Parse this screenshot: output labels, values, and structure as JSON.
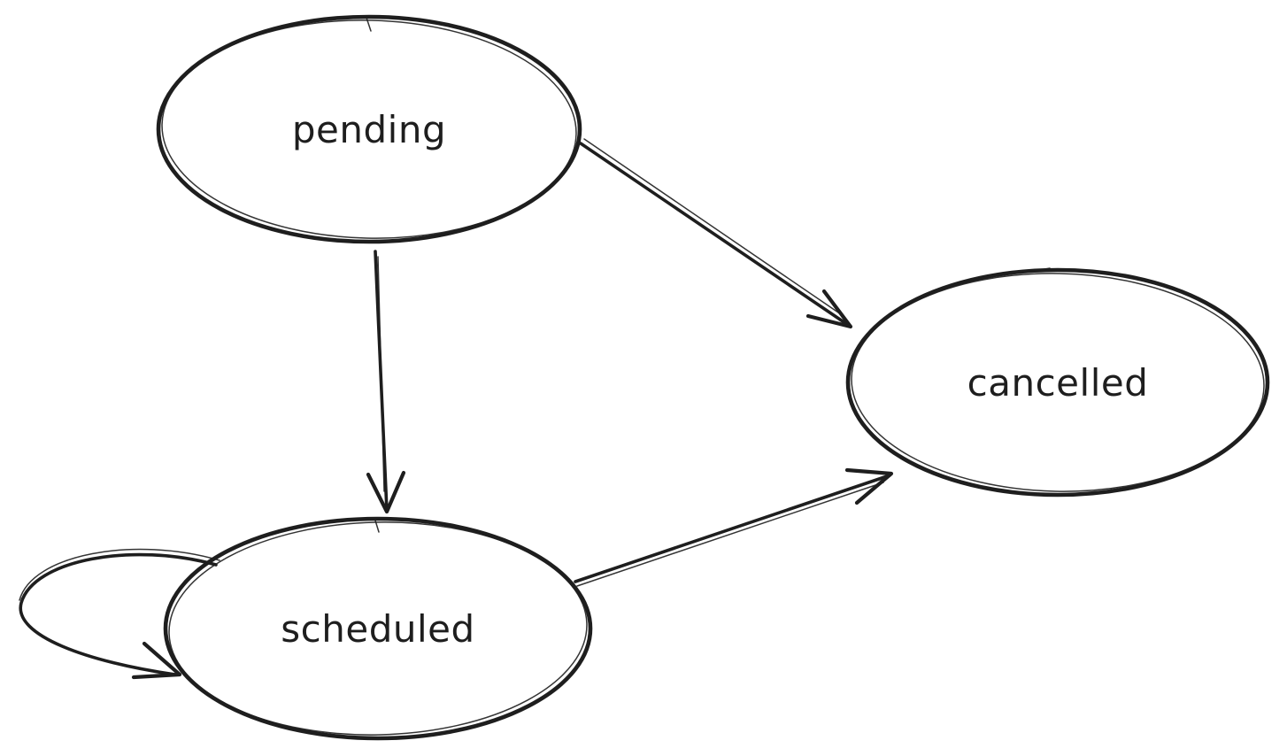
{
  "diagram": {
    "kind": "state-transition-diagram",
    "background": "#ffffff",
    "stroke_color": "#1e1e1e",
    "nodes": [
      {
        "id": "pending",
        "label": "pending",
        "fill": "#ffffff",
        "shape": "ellipse"
      },
      {
        "id": "scheduled",
        "label": "scheduled",
        "fill": "#ffffff",
        "shape": "ellipse"
      },
      {
        "id": "cancelled",
        "label": "cancelled",
        "fill": "#ffc9c9",
        "shape": "ellipse"
      }
    ],
    "edges": [
      {
        "from": "pending",
        "to": "cancelled",
        "style": "arrow"
      },
      {
        "from": "pending",
        "to": "scheduled",
        "style": "arrow"
      },
      {
        "from": "scheduled",
        "to": "cancelled",
        "style": "arrow"
      },
      {
        "from": "scheduled",
        "to": "scheduled",
        "style": "self-loop-arrow"
      }
    ]
  }
}
